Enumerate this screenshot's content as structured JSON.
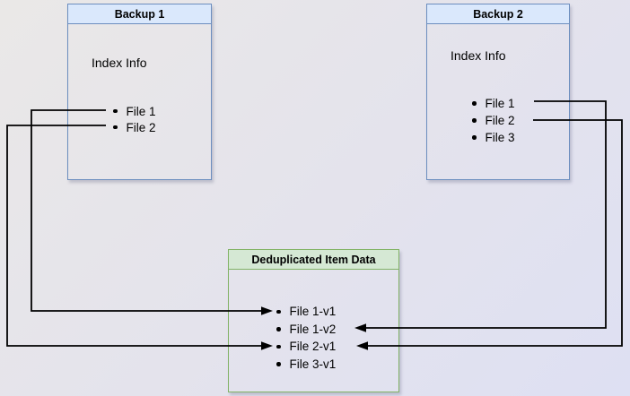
{
  "diagram": {
    "backup1": {
      "title": "Backup 1",
      "index_label": "Index Info",
      "files": [
        "File 1",
        "File 2"
      ]
    },
    "backup2": {
      "title": "Backup 2",
      "index_label": "Index Info",
      "files": [
        "File 1",
        "File 2",
        "File 3"
      ]
    },
    "dedup": {
      "title": "Deduplicated Item Data",
      "items": [
        "File 1-v1",
        "File 1-v2",
        "File 2-v1",
        "File 3-v1"
      ]
    },
    "connections": [
      {
        "from": "Backup 1 / File 1",
        "to": "File 1-v1",
        "side": "left"
      },
      {
        "from": "Backup 1 / File 2",
        "to": "File 2-v1",
        "side": "left"
      },
      {
        "from": "Backup 2 / File 1",
        "to": "File 1-v2",
        "side": "right"
      },
      {
        "from": "Backup 2 / File 2",
        "to": "File 2-v1",
        "side": "right"
      }
    ],
    "colors": {
      "page_bg_start": "#eae8e7",
      "page_bg_end": "#dee0f3",
      "blue_header_bg": "#dae8fc",
      "blue_border": "#6c8ebf",
      "green_header_bg": "#d5e8d4",
      "green_border": "#82b366",
      "connector": "#000000",
      "text": "#000000"
    }
  }
}
